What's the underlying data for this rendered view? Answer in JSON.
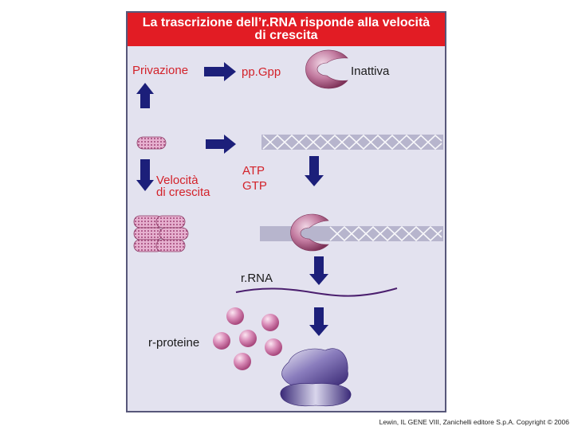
{
  "title": "La trascrizione dell’r.RNA risponde alla velocità\ndi crescita",
  "labels": {
    "privazione": "Privazione",
    "ppgpp": "pp.Gpp",
    "inattiva": "Inattiva",
    "velocita": "Velocità",
    "di_crescita": "di crescita",
    "atp": "ATP",
    "gtp": "GTP",
    "rrna": "r.RNA",
    "rproteine": "r-proteine"
  },
  "credit": "Lewin, IL GENE VIII, Zanichelli editore S.p.A. Copyright © 2006",
  "colors": {
    "title_bar": "#e21c24",
    "panel_bg": "#e3e2ef",
    "arrow": "#1c1f7a",
    "label_red": "#d3222a",
    "polymerase": "#b2628a",
    "ribosome": "#4c3a8a"
  }
}
